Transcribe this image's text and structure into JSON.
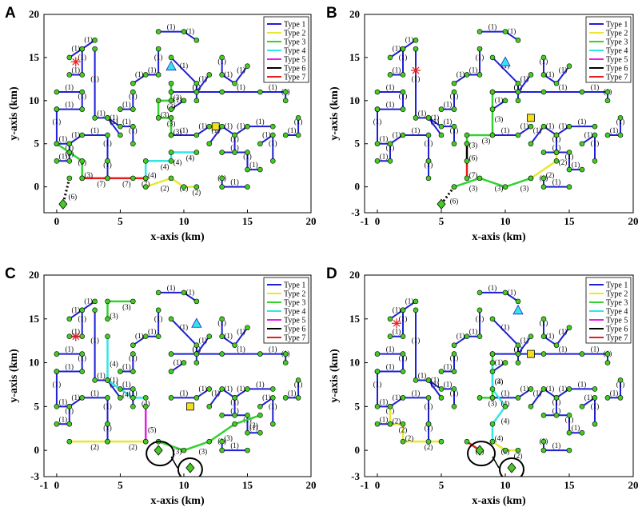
{
  "figure": {
    "legend_entries": [
      "Type 1",
      "Type 2",
      "Type 3",
      "Type 4",
      "Type 5",
      "Type 6",
      "Type 7"
    ],
    "type_colors": {
      "1": "#1f1fd6",
      "2": "#e8e832",
      "3": "#32d232",
      "4": "#32e6e6",
      "5": "#e61ee6",
      "6": "#000000",
      "7": "#e61e1e"
    },
    "node_color": "#44cc22",
    "markers": {
      "substation": "red-asterisk",
      "generator": "cyan-triangle",
      "storage": "yellow-square",
      "depot": "green-diamond"
    }
  },
  "chart_data": [
    {
      "panel": "A",
      "type": "scatter",
      "xlabel": "x-axis (km)",
      "ylabel": "y-axis (km)",
      "xlim": [
        -1,
        20
      ],
      "ylim": [
        -3,
        20
      ],
      "xticks": [
        "0",
        "5",
        "10",
        "15",
        "20"
      ],
      "yticks": [
        "0",
        "5",
        "10",
        "15",
        "20"
      ],
      "legend": [
        "Type 1",
        "Type 2",
        "Type 3",
        "Type 4",
        "Type 5",
        "Type 6",
        "Type 7"
      ],
      "legend_position": "top-right",
      "special_points": [
        {
          "marker": "red-asterisk",
          "x": 1.5,
          "y": 14.5
        },
        {
          "marker": "cyan-triangle",
          "x": 9,
          "y": 14
        },
        {
          "marker": "yellow-square",
          "x": 12.5,
          "y": 7
        },
        {
          "marker": "green-diamond",
          "x": 0.5,
          "y": -2
        }
      ],
      "highlighted_edges": [
        {
          "type": 2,
          "label": "(2)",
          "x": [
            7,
            9,
            10,
            11
          ],
          "y": [
            0,
            1,
            0,
            0
          ]
        },
        {
          "type": 3,
          "label": "(3)",
          "x": [
            9,
            9,
            8,
            8,
            9,
            9
          ],
          "y": [
            6,
            8,
            8,
            10,
            10,
            12
          ]
        },
        {
          "type": 4,
          "label": "(4)",
          "x": [
            7,
            7,
            9,
            9,
            11
          ],
          "y": [
            1,
            3,
            3,
            4,
            4
          ]
        },
        {
          "type": 7,
          "label": "(7)",
          "x": [
            2,
            4,
            6,
            7
          ],
          "y": [
            1,
            1,
            1,
            1
          ]
        },
        {
          "type": 6,
          "label": "(6)",
          "x": [
            1,
            0.5
          ],
          "y": [
            1,
            -2
          ]
        },
        {
          "type": 3,
          "label": "(3)",
          "x": [
            0,
            1,
            2,
            2
          ],
          "y": [
            5,
            4,
            3,
            1
          ]
        }
      ]
    },
    {
      "panel": "B",
      "type": "scatter",
      "xlabel": "x-axis (km)",
      "ylabel": "y-axis (km)",
      "xlim": [
        -1,
        20
      ],
      "ylim": [
        -3,
        20
      ],
      "xticks": [
        "-1",
        "0",
        "5",
        "10",
        "15",
        "20"
      ],
      "yticks": [
        "-3",
        "0",
        "5",
        "10",
        "15",
        "20"
      ],
      "legend": [
        "Type 1",
        "Type 2",
        "Type 3",
        "Type 4",
        "Type 5",
        "Type 6",
        "Type 7"
      ],
      "legend_position": "top-right",
      "special_points": [
        {
          "marker": "red-asterisk",
          "x": 3,
          "y": 13.5
        },
        {
          "marker": "cyan-triangle",
          "x": 10,
          "y": 14.5
        },
        {
          "marker": "yellow-square",
          "x": 12,
          "y": 8
        },
        {
          "marker": "green-diamond",
          "x": 5,
          "y": -2
        }
      ],
      "highlighted_edges": [
        {
          "type": 3,
          "label": "(3)",
          "x": [
            6,
            8,
            10,
            12
          ],
          "y": [
            0,
            1,
            0,
            1
          ]
        },
        {
          "type": 2,
          "label": "(2)",
          "x": [
            12,
            14,
            14
          ],
          "y": [
            1,
            3,
            4
          ]
        },
        {
          "type": 3,
          "label": "(3)",
          "x": [
            7,
            7,
            9,
            9
          ],
          "y": [
            5,
            6,
            6,
            11
          ]
        },
        {
          "type": 6,
          "label": "(6)",
          "x": [
            7,
            7
          ],
          "y": [
            5,
            3
          ]
        },
        {
          "type": 7,
          "label": "(7)",
          "x": [
            7,
            7
          ],
          "y": [
            3,
            1
          ]
        },
        {
          "type": 6,
          "label": "(6)",
          "x": [
            6,
            5
          ],
          "y": [
            0,
            -2
          ]
        }
      ]
    },
    {
      "panel": "C",
      "type": "scatter",
      "xlabel": "x-axis (km)",
      "ylabel": "y-axis (km)",
      "xlim": [
        -1,
        20
      ],
      "ylim": [
        -3,
        20
      ],
      "xticks": [
        "-1",
        "0",
        "5",
        "10",
        "15",
        "20"
      ],
      "yticks": [
        "-3",
        "0",
        "5",
        "10",
        "15",
        "20"
      ],
      "legend": [
        "Type 1",
        "Type 2",
        "Type 3",
        "Type 4",
        "Type 5",
        "Type 6",
        "Type 7"
      ],
      "legend_position": "top-right",
      "special_points": [
        {
          "marker": "red-asterisk",
          "x": 1.5,
          "y": 13
        },
        {
          "marker": "cyan-triangle",
          "x": 11,
          "y": 14.5
        },
        {
          "marker": "yellow-square",
          "x": 10.5,
          "y": 5
        },
        {
          "marker": "green-diamond",
          "x": 8,
          "y": 0
        },
        {
          "marker": "green-diamond",
          "x": 10.5,
          "y": -2
        }
      ],
      "highlighted_edges": [
        {
          "type": 2,
          "label": "(2)",
          "x": [
            1,
            4,
            7
          ],
          "y": [
            1,
            1,
            1
          ]
        },
        {
          "type": 3,
          "label": "(3)",
          "x": [
            4,
            4,
            6
          ],
          "y": [
            15,
            17,
            17
          ]
        },
        {
          "type": 4,
          "label": "(4)",
          "x": [
            4,
            4,
            6,
            7
          ],
          "y": [
            13,
            8,
            6,
            6
          ]
        },
        {
          "type": 5,
          "label": "(5)",
          "x": [
            7,
            7
          ],
          "y": [
            5,
            1
          ]
        },
        {
          "type": 3,
          "label": "(3)",
          "x": [
            8,
            10,
            12,
            14,
            16
          ],
          "y": [
            1,
            0,
            1,
            3,
            4
          ]
        }
      ]
    },
    {
      "panel": "D",
      "type": "scatter",
      "xlabel": "x-axis (km)",
      "ylabel": "y-axis (km)",
      "xlim": [
        -1,
        20
      ],
      "ylim": [
        -3,
        20
      ],
      "xticks": [
        "-1",
        "0",
        "5",
        "10",
        "15",
        "20"
      ],
      "yticks": [
        "-3",
        "0",
        "5",
        "10",
        "15",
        "20"
      ],
      "legend": [
        "Type 1",
        "Type 2",
        "Type 3",
        "Type 4",
        "Type 5",
        "Type 6",
        "Type 7"
      ],
      "legend_position": "top-right",
      "special_points": [
        {
          "marker": "red-asterisk",
          "x": 1.5,
          "y": 14.5
        },
        {
          "marker": "cyan-triangle",
          "x": 11,
          "y": 16
        },
        {
          "marker": "yellow-square",
          "x": 12,
          "y": 11
        },
        {
          "marker": "green-diamond",
          "x": 8,
          "y": 0
        },
        {
          "marker": "green-diamond",
          "x": 10.5,
          "y": -2
        }
      ],
      "highlighted_edges": [
        {
          "type": 2,
          "label": "(2)",
          "x": [
            1,
            1,
            2,
            2,
            5
          ],
          "y": [
            5,
            3,
            3,
            1,
            1
          ]
        },
        {
          "type": 3,
          "label": "(3)",
          "x": [
            8,
            9,
            9
          ],
          "y": [
            6,
            6,
            11
          ]
        },
        {
          "type": 4,
          "label": "(4)",
          "x": [
            9,
            9,
            10,
            9,
            9
          ],
          "y": [
            10,
            7,
            5,
            3,
            1
          ]
        },
        {
          "type": 2,
          "label": "(2)",
          "x": [
            9,
            10,
            11
          ],
          "y": [
            1,
            0,
            0
          ]
        },
        {
          "type": 7,
          "label": "(7)",
          "x": [
            7,
            8
          ],
          "y": [
            1,
            0
          ]
        }
      ]
    }
  ]
}
